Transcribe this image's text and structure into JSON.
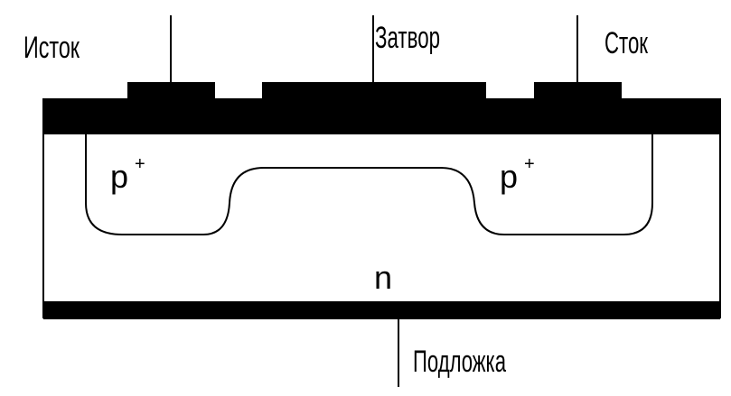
{
  "labels": {
    "source": "Исток",
    "gate": "Затвор",
    "drain": "Сток",
    "substrate": "Подложка",
    "region_p_left": "p",
    "region_p_left_sup": "+",
    "region_p_right": "p",
    "region_p_right_sup": "+",
    "region_n": "n"
  },
  "colors": {
    "ink": "#000000",
    "background": "#ffffff"
  }
}
